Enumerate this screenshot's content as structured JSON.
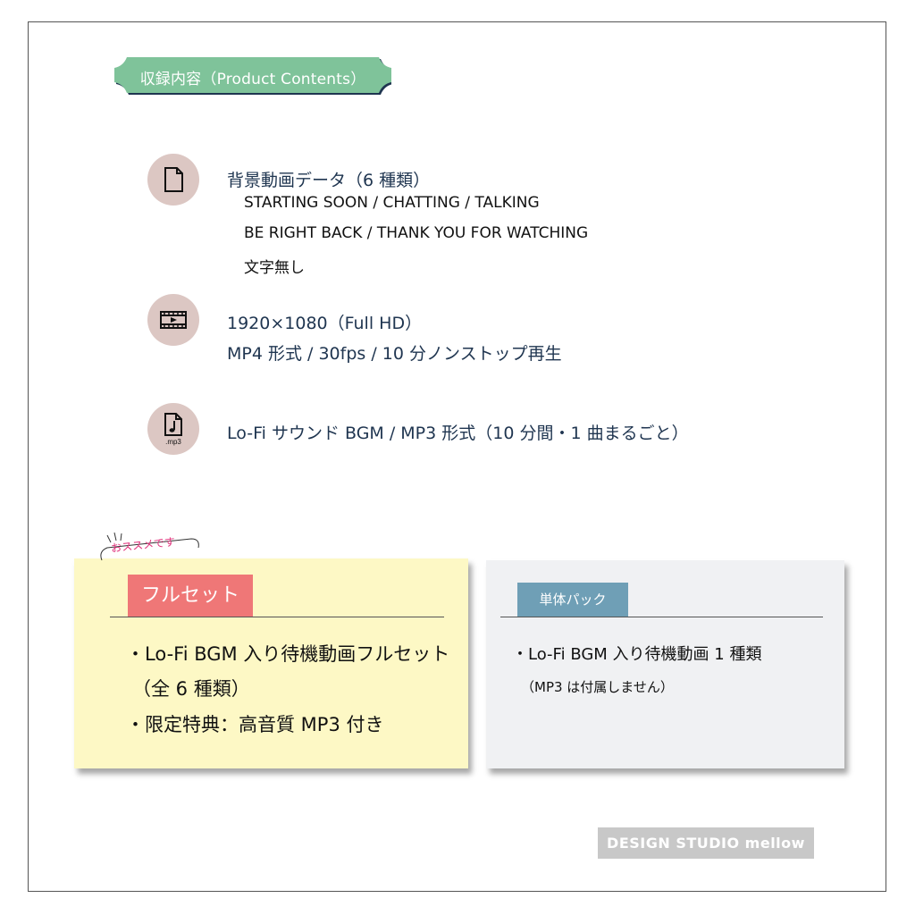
{
  "header": {
    "title": "収録内容（Product Contents）",
    "color": "#7fc39a"
  },
  "contents": {
    "video_title": "背景動画データ（6 種類）",
    "video_line1": "STARTING SOON / CHATTING / TALKING",
    "video_line2": "BE RIGHT BACK / THANK YOU FOR WATCHING",
    "video_line3": "文字無し",
    "spec_line1": "1920×1080（Full HD）",
    "spec_line2": "MP4 形式 / 30fps / 10 分ノンストップ再生",
    "bgm_line": "Lo-Fi サウンド BGM / MP3 形式（10 分間・1 曲まるごと）",
    "icons": [
      "file-icon",
      "film-icon",
      "music-file-icon"
    ],
    "mp3_icon_label": ".mp3"
  },
  "full_set": {
    "recommend_badge": "おススメです",
    "label": "フルセット",
    "bullet1": "・Lo-Fi BGM 入り待機動画フルセット",
    "bullet1_cont": "（全 6 種類）",
    "bullet2": "・限定特典：高音質 MP3 付き",
    "bg_color": "#fdf8c5",
    "label_color": "#ef7777"
  },
  "single_pack": {
    "label": "単体パック",
    "bullet1": "・Lo-Fi BGM 入り待機動画 1 種類",
    "note": "（MP3 は付属しません）",
    "bg_color": "#f0f1f3",
    "label_color": "#6f9fb6"
  },
  "footer": {
    "brand": "DESIGN STUDIO mellow"
  }
}
